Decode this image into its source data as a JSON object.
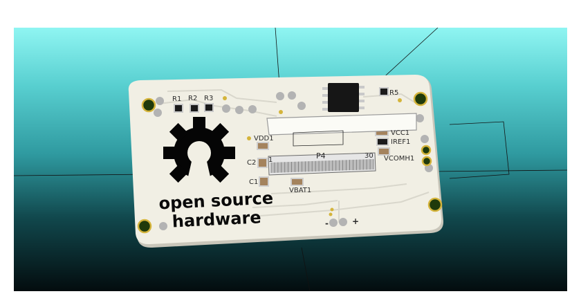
{
  "scene": {
    "background_top": "#8ff5f2",
    "background_bottom": "#030c0e",
    "board_color": "#f1efe4",
    "silkscreen_color": "#0a0a0a"
  },
  "board": {
    "logo_line1": "open source",
    "logo_line2": "hardware",
    "components": {
      "r1": "R1",
      "r2": "R2",
      "r3": "R3",
      "r5": "R5",
      "vdd1": "VDD1",
      "vcc1": "VCC1",
      "iref1": "IREF1",
      "vcomh1": "VCOMH1",
      "c2": "C2",
      "c1": "C1",
      "vbat1": "VBAT1",
      "p4": "P4",
      "pin1": "1",
      "pin30": "30"
    },
    "power_minus": "-",
    "power_plus": "+"
  }
}
